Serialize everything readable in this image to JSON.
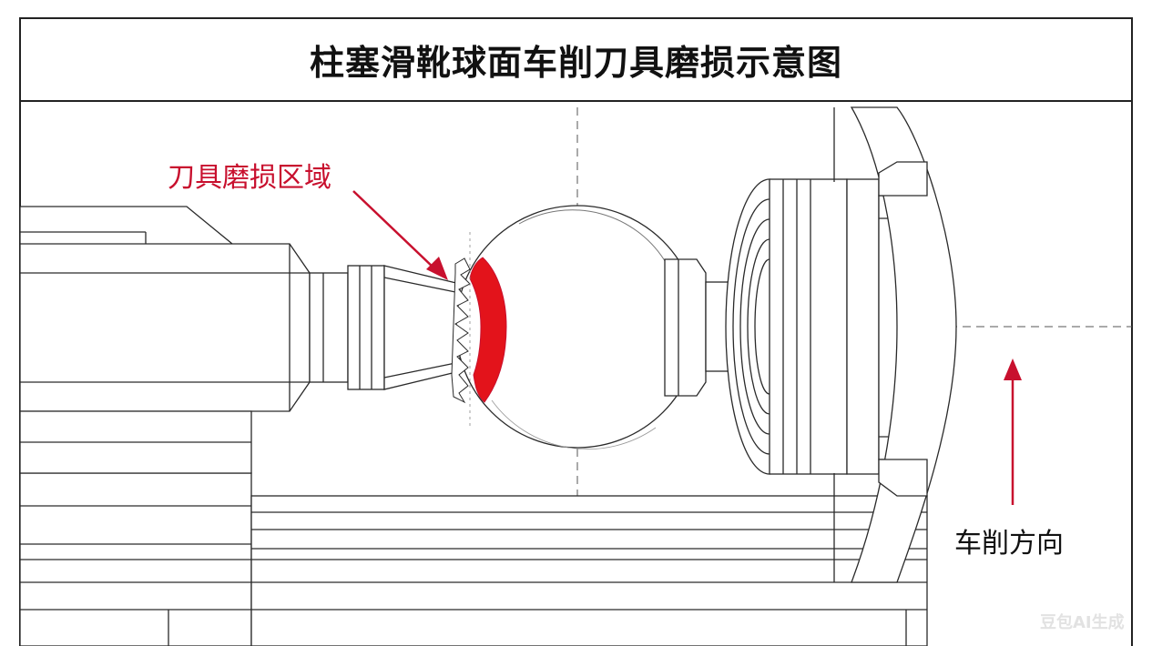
{
  "diagram": {
    "title": "柱塞滑靴球面车削刀具磨损示意图",
    "callout_label": "刀具磨损区域",
    "direction_label": "车削方向",
    "watermark": "豆包AI生成",
    "colors": {
      "accent": "#c8102e",
      "line": "#2a2a2a",
      "centerline": "#555555"
    }
  }
}
